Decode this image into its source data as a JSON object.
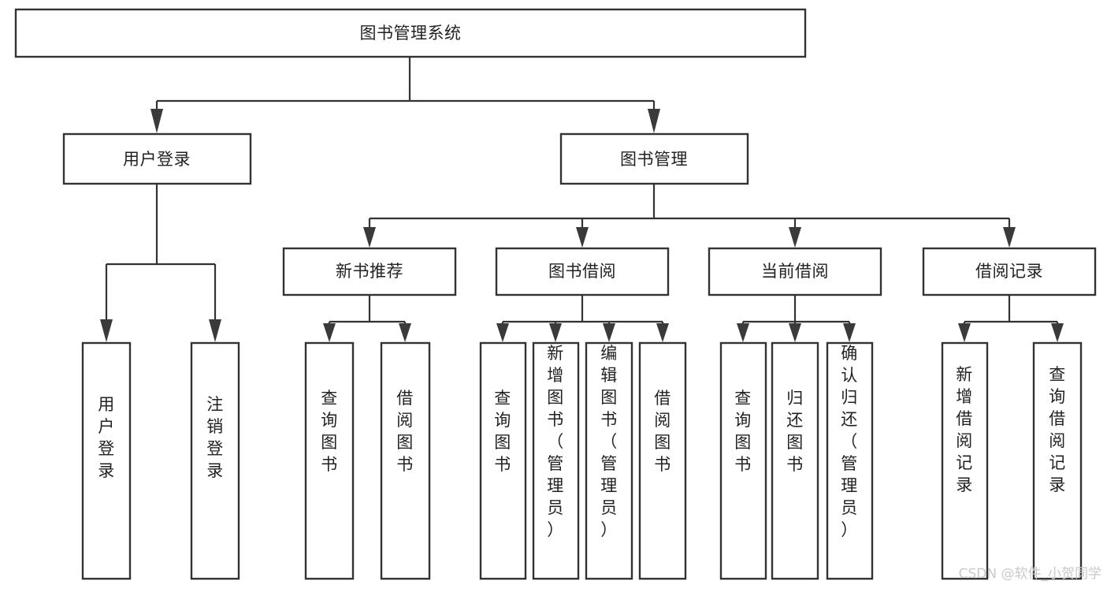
{
  "diagram": {
    "title": "图书管理系统",
    "type": "hierarchy-tree",
    "colors": {
      "box_stroke": "#333333",
      "box_fill": "#ffffff",
      "text": "#222222",
      "arrow": "#3a3a3a",
      "watermark": "#c9c9c9",
      "background": "#ffffff"
    },
    "root": {
      "label": "图书管理系统"
    },
    "level2": [
      {
        "label": "用户登录"
      },
      {
        "label": "图书管理"
      }
    ],
    "level3": [
      {
        "label": "新书推荐"
      },
      {
        "label": "图书借阅"
      },
      {
        "label": "当前借阅"
      },
      {
        "label": "借阅记录"
      }
    ],
    "leaves": {
      "user_login": [
        {
          "label": "用户登录"
        },
        {
          "label": "注销登录"
        }
      ],
      "new_book_recommend": [
        {
          "label": "查询图书"
        },
        {
          "label": "借阅图书"
        }
      ],
      "book_borrow": [
        {
          "label": "查询图书"
        },
        {
          "label": "新增图书（管理员）"
        },
        {
          "label": "编辑图书（管理员）"
        },
        {
          "label": "借阅图书"
        }
      ],
      "current_borrow": [
        {
          "label": "查询图书"
        },
        {
          "label": "归还图书"
        },
        {
          "label": "确认归还（管理员）"
        }
      ],
      "borrow_records": [
        {
          "label": "新增借阅记录"
        },
        {
          "label": "查询借阅记录"
        }
      ]
    }
  },
  "watermark": {
    "text": "CSDN @软件_小贺同学"
  }
}
